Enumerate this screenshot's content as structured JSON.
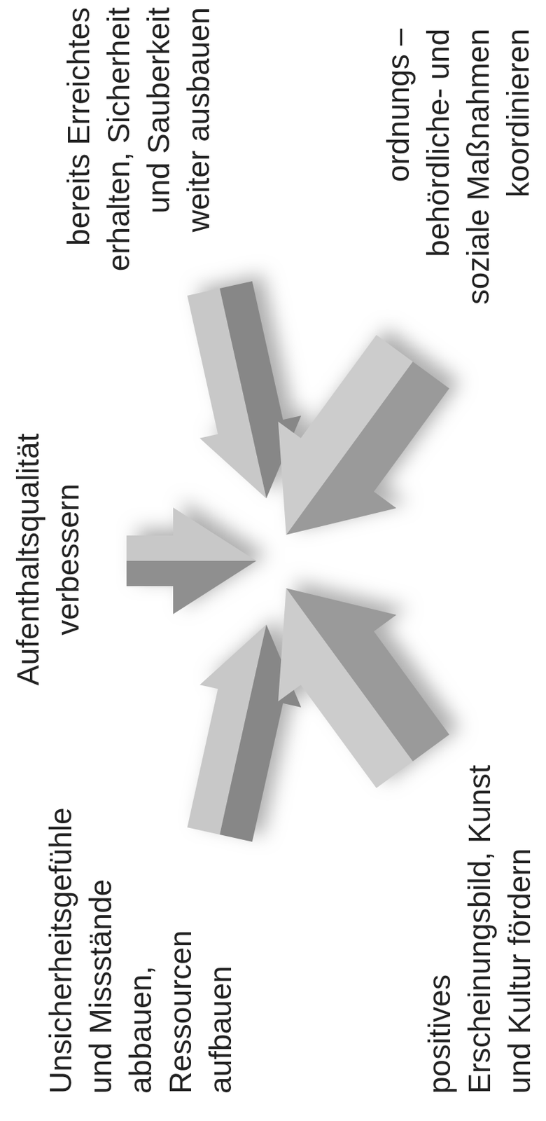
{
  "diagram": {
    "labels": [
      "Aufenthaltsqualität verbessern",
      "Unsicherheitsgefühle und Missstände abbauen, Ressourcen aufbauen",
      "bereits Erreichtes erhalten, Sicherheit und Sauberkeit weiter ausbauen",
      "positives Erscheinungsbild, Kunst und Kultur fördern",
      "ordnungs – behördliche- und soziale Maßnahmen koordinieren"
    ]
  }
}
